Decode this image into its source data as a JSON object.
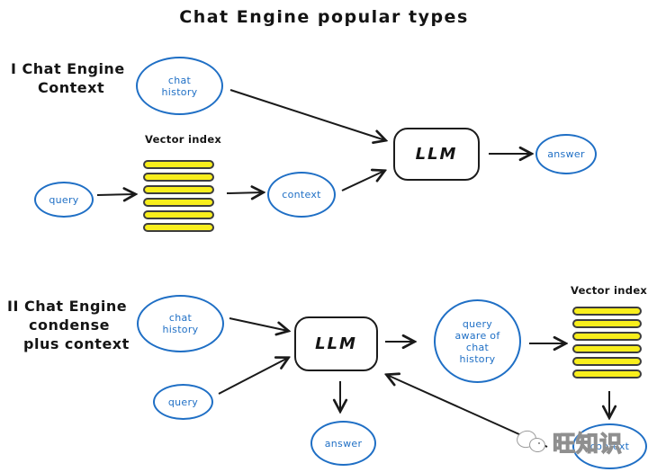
{
  "title": "Chat Engine popular types",
  "colors": {
    "blue": "#1f6fc5",
    "yellow": "#f8ee1c",
    "ink": "#1a1a1a"
  },
  "section1": {
    "label_line1": "I Chat Engine",
    "label_line2": "Context",
    "chat_history": "chat\nhistory",
    "vector_index_label": "Vector index",
    "query": "query",
    "context": "context",
    "llm": "LLM",
    "answer": "answer"
  },
  "section2": {
    "label_line1": "II Chat Engine",
    "label_line2": "condense",
    "label_line3": "plus context",
    "chat_history": "chat\nhistory",
    "query": "query",
    "llm": "LLM",
    "query_aware": "query\naware of\nchat\nhistory",
    "vector_index_label": "Vector index",
    "answer": "answer",
    "context": "context"
  },
  "watermark": {
    "text": "旺知识"
  }
}
